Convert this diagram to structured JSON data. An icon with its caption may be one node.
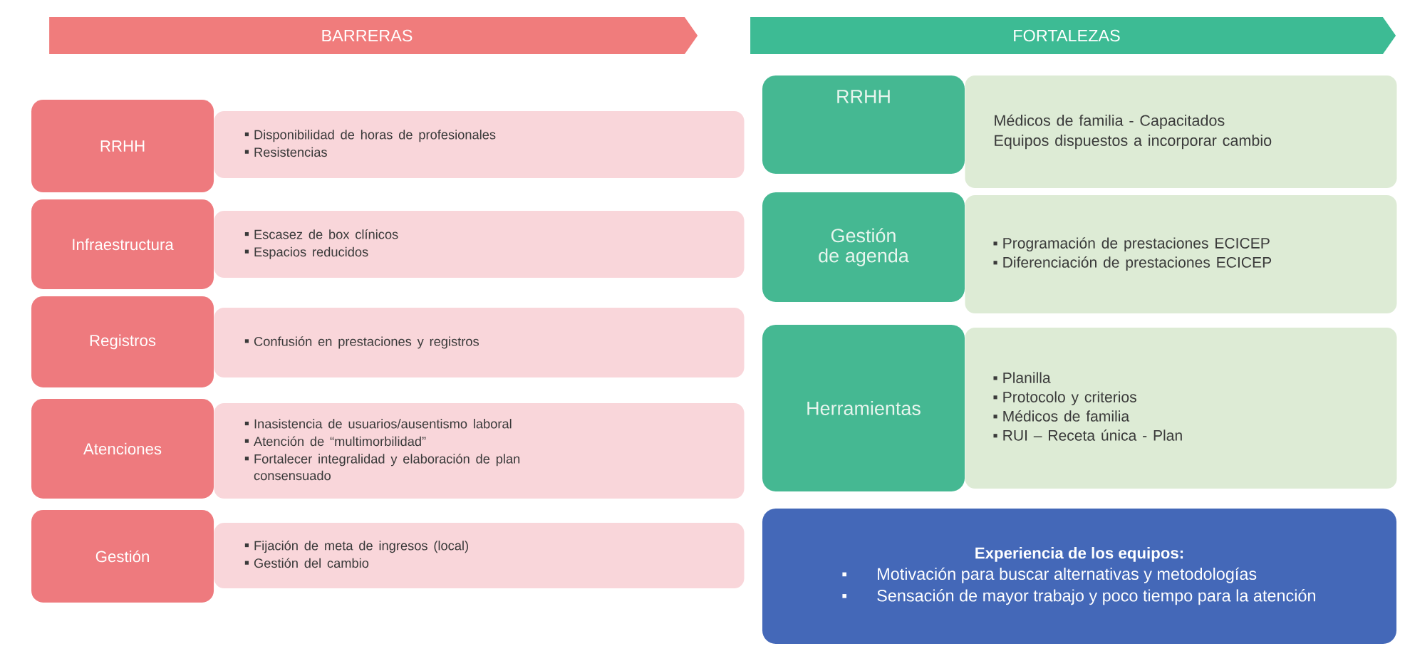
{
  "diagram": {
    "nodes": [
      {
        "text": [
          "BARRERAS"
        ]
      },
      {
        "text": [
          "FORTALEZAS"
        ]
      },
      {
        "text": [
          "RRHH"
        ]
      },
      {
        "text": [
          "Disponibilidad de horas de profesionales",
          "Resistencias"
        ]
      },
      {
        "text": [
          "Infraestructura"
        ]
      },
      {
        "text": [
          "Escasez de box clínicos",
          "Espacios reducidos"
        ]
      },
      {
        "text": [
          "Registros"
        ]
      },
      {
        "text": [
          "Confusión en prestaciones y registros"
        ]
      },
      {
        "text": [
          "Atenciones"
        ]
      },
      {
        "text": [
          "Inasistencia de usuarios/ausentismo laboral",
          "Atención de “multimorbilidad”",
          "Fortalecer integralidad y elaboración de plan consensuado"
        ]
      },
      {
        "text": [
          "Gestión"
        ]
      },
      {
        "text": [
          "Fijación de meta de ingresos (local)",
          "Gestión del cambio"
        ]
      },
      {
        "text": [
          "RRHH"
        ]
      },
      {
        "text": [
          "Médicos de familia - Capacitados",
          "Equipos dispuestos a incorporar cambio"
        ]
      },
      {
        "text": [
          "Gestión de agenda"
        ]
      },
      {
        "text": [
          "Programación de prestaciones ECICEP",
          "Diferenciación de prestaciones ECICEP"
        ]
      },
      {
        "text": [
          "Herramientas"
        ]
      },
      {
        "text": [
          "Planilla",
          "Protocolo y criterios",
          "Médicos de familia",
          "RUI – Receta única - Plan"
        ]
      },
      {
        "text": [
          "Experiencia de los equipos:",
          "Motivación para buscar alternativas y metodologías",
          "Sensación de mayor trabajo y poco tiempo para la atención"
        ]
      }
    ]
  }
}
